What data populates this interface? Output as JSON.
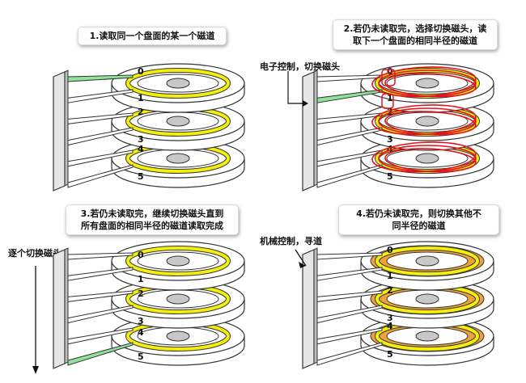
{
  "panels": [
    {
      "id": "p1",
      "caption": "1.读取同一个盘面的某一个磁道",
      "note": "",
      "head_labels": [
        "0",
        "1",
        "2",
        "3",
        "4",
        "5"
      ],
      "active_head": "0",
      "band_color": "#f3ee0d",
      "ring_colors": [
        "#f3ee0d",
        "#f3ee0d",
        "#f3ee0d"
      ],
      "scribbles": false
    },
    {
      "id": "p2",
      "caption": "2.若仍未读取完，选择切换磁头，读\n取下一个盘面的相同半径的磁道",
      "note": "电子控制，切换磁头",
      "head_labels": [
        "0",
        "1",
        "2",
        "3",
        "4",
        "5"
      ],
      "active_head": "1",
      "band_color": "#f3ee0d",
      "ring_colors": [
        "#f3ee0d",
        "#f3ee0d",
        "#f3ee0d"
      ],
      "scribbles": true
    },
    {
      "id": "p3",
      "caption": "3.若仍未读取完，继续切换磁头直到\n所有盘面的相同半径的磁道读取完成",
      "note": "逐个切换磁头",
      "head_labels": [
        "0",
        "1",
        "2",
        "3",
        "4",
        "5"
      ],
      "active_head": "5",
      "band_color": "#f3ee0d",
      "ring_colors": [
        "#f3ee0d",
        "#f3ee0d",
        "#f3ee0d"
      ],
      "scribbles": false
    },
    {
      "id": "p4",
      "caption": "4.若仍未读取完，则切换其他不\n同半径的磁道",
      "note": "机械控制，寻道",
      "head_labels": [
        "0",
        "1",
        "2",
        "3",
        "4",
        "5"
      ],
      "active_head": "",
      "band_color": "#f0a23a",
      "ring_colors": [
        "#f3ee0d",
        "#f3ee0d",
        "#f3ee0d"
      ],
      "scribbles": false
    }
  ],
  "colors": {
    "active_head": "#8fe29a",
    "scribble": "#e8101a",
    "platter_fill": "#ffffff",
    "spindle": "#c8c8c8"
  }
}
